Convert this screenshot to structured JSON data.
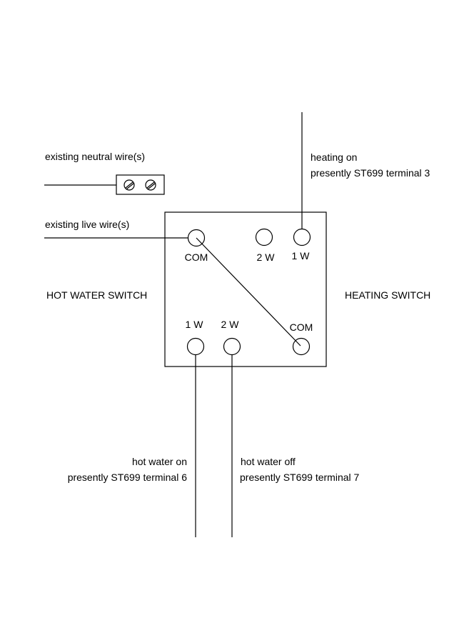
{
  "labels": {
    "neutral": "existing neutral wire(s)",
    "live": "existing live wire(s)",
    "heating_on_1": "heating on",
    "heating_on_2": "presently ST699 terminal 3",
    "hot_water_switch": "HOT WATER SWITCH",
    "heating_switch": "HEATING SWITCH",
    "hot_water_on_1": "hot water on",
    "hot_water_on_2": "presently ST699 terminal 6",
    "hot_water_off_1": "hot water off",
    "hot_water_off_2": "presently ST699 terminal 7"
  },
  "terminals": {
    "com_top": "COM",
    "two_w_top": "2 W",
    "one_w_top": "1 W",
    "one_w_bottom": "1 W",
    "two_w_bottom": "2 W",
    "com_bottom": "COM"
  },
  "colors": {
    "stroke": "#000000",
    "background": "#ffffff"
  }
}
